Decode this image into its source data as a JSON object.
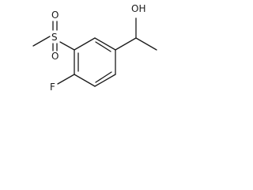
{
  "molecule": {
    "atoms": {
      "oh": "OH",
      "o_top": "O",
      "o_bottom": "O",
      "s": "S",
      "f": "F"
    }
  }
}
